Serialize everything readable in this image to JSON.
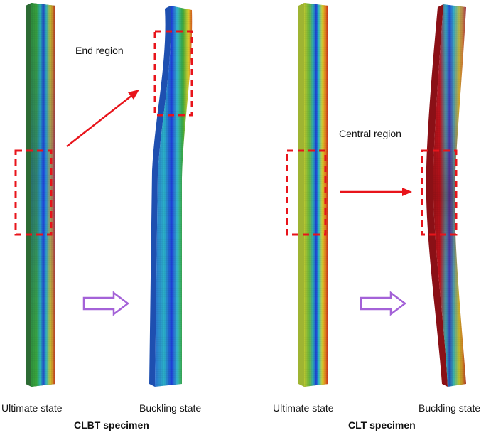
{
  "annotations": {
    "end_region": "End region",
    "central_region": "Central region"
  },
  "states": {
    "clbt_ultimate": "Ultimate state",
    "clbt_buckling": "Buckling state",
    "clt_ultimate": "Ultimate state",
    "clt_buckling": "Buckling state"
  },
  "specimens": {
    "clbt": "CLBT specimen",
    "clt": "CLT specimen"
  },
  "colors": {
    "highlight_box": "#e8141b",
    "region_arrow": "#e8141b",
    "transition_arrow": "#a462d8",
    "mesh_blue": "#1e3dd6",
    "mesh_green": "#3aa53a",
    "mesh_yellow": "#d8cf2e",
    "mesh_red": "#c0121c",
    "mesh_cyan": "#38b9c9"
  }
}
